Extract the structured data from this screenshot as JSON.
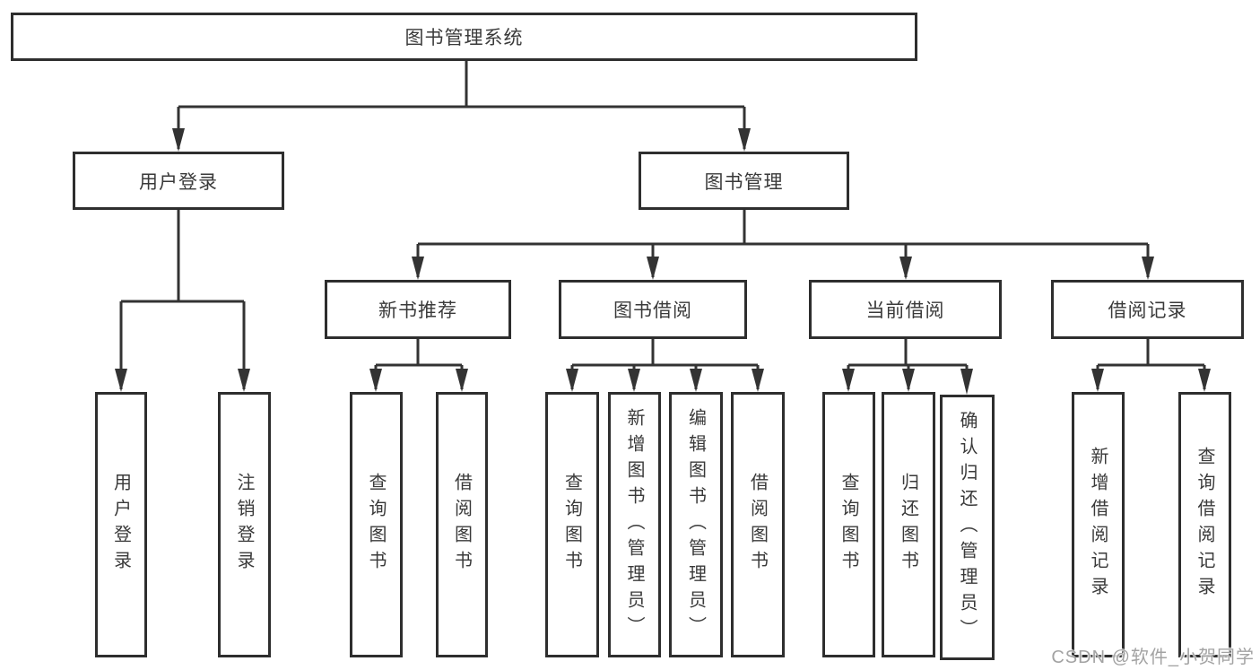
{
  "tree": {
    "label": "图书管理系统",
    "children": [
      {
        "label": "用户登录",
        "children": [
          {
            "label": "用户登录"
          },
          {
            "label": "注销登录"
          }
        ]
      },
      {
        "label": "图书管理",
        "children": [
          {
            "label": "新书推荐",
            "children": [
              {
                "label": "查询图书"
              },
              {
                "label": "借阅图书"
              }
            ]
          },
          {
            "label": "图书借阅",
            "children": [
              {
                "label": "查询图书"
              },
              {
                "label": "新增图书（管理员）"
              },
              {
                "label": "编辑图书（管理员）"
              },
              {
                "label": "借阅图书"
              }
            ]
          },
          {
            "label": "当前借阅",
            "children": [
              {
                "label": "查询图书"
              },
              {
                "label": "归还图书"
              },
              {
                "label": "确认归还（管理员）"
              }
            ]
          },
          {
            "label": "借阅记录",
            "children": [
              {
                "label": "新增借阅记录"
              },
              {
                "label": "查询借阅记录"
              }
            ]
          }
        ]
      }
    ]
  },
  "watermark": {
    "text": "CSDN @软件_小贺同学"
  },
  "colors": {
    "line": "#333333",
    "box_border": "#2e2e2e",
    "text": "#3a3a3a",
    "background": "#ffffff",
    "watermark": "#a3a3a3"
  }
}
